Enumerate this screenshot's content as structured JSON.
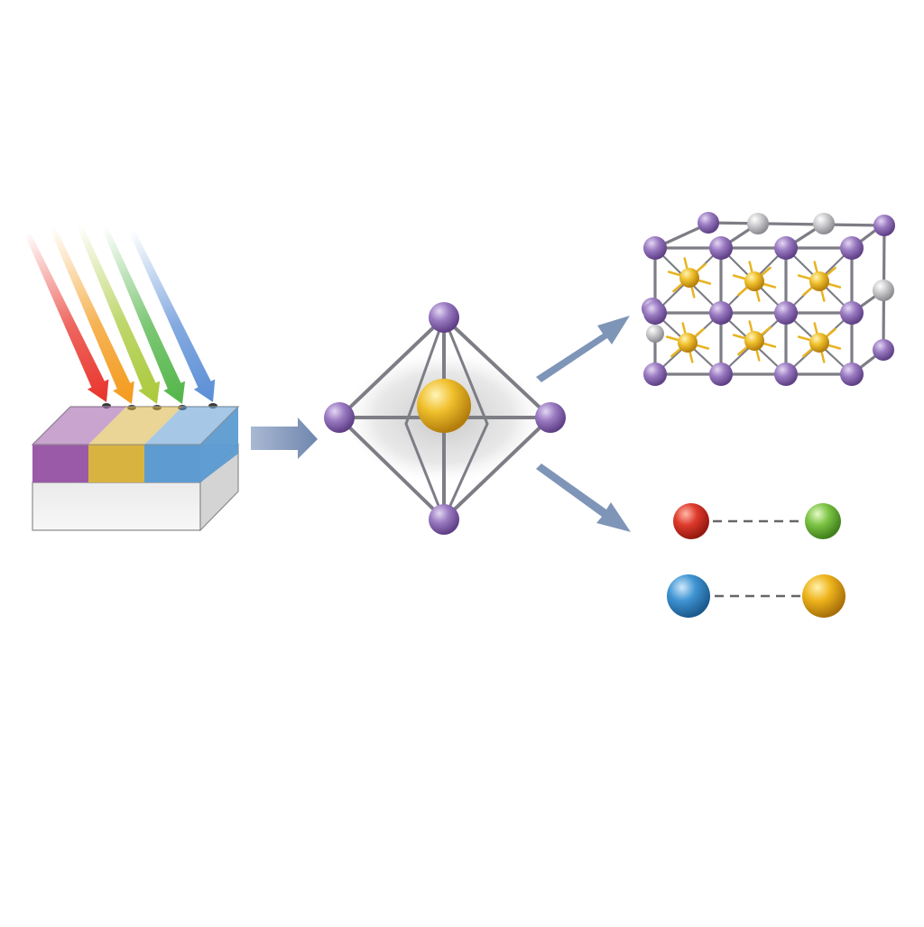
{
  "colors": {
    "background": "#ffffff",
    "purple_atom": "#8d6bb5",
    "gold_atom": "#e8b321",
    "grey_atom": "#bdbdbd",
    "bond": "#7d7d85",
    "flow_arrow": "#7f95b8",
    "slab_purple": "#9a5aa8",
    "slab_yellow": "#d9b33f",
    "slab_blue": "#5d9bd1",
    "slab_side": "#e6e6e6",
    "dashed_line": "#666666"
  },
  "light_beams": [
    {
      "color": "#e8332a"
    },
    {
      "color": "#f39a1c"
    },
    {
      "color": "#a9c93a"
    },
    {
      "color": "#52b548"
    },
    {
      "color": "#5b8ed6"
    }
  ],
  "slab_segments": [
    {
      "color": "#9a5aa8"
    },
    {
      "color": "#d9b33f"
    },
    {
      "color": "#5d9bd1"
    }
  ],
  "octahedron": {
    "center_atom": "gold",
    "corner_atoms": [
      "purple",
      "purple",
      "purple",
      "purple"
    ]
  },
  "crystal_lattice": {
    "node_atom": "purple",
    "interstitial_atom": "gold",
    "edge_atom": "grey"
  },
  "atom_pairs": [
    {
      "left": "#d8362d",
      "right": "#78c241"
    },
    {
      "left": "#3b8fcf",
      "right": "#eab21b"
    }
  ]
}
